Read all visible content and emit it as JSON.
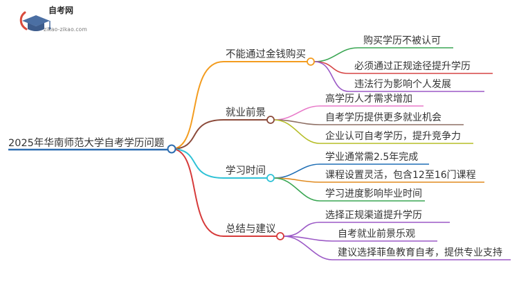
{
  "logo": {
    "title": "自考网",
    "url": "zikao-zikao.com",
    "icon": "graduation-cap-icon",
    "colors": {
      "cap": "#4b6fa3",
      "swoosh": "#d94b3c"
    }
  },
  "root": {
    "label": "2025年华南师范大学自考学历问题",
    "color": "#2b6cb0"
  },
  "branches": [
    {
      "label": "不能通过金钱购买",
      "color": "#f39c1f",
      "children": [
        {
          "label": "购买学历不被认可",
          "color": "#3aa653"
        },
        {
          "label": "必须通过正规途径提升学历",
          "color": "#d64545"
        },
        {
          "label": "违法行为影响个人发展",
          "color": "#9b59c6"
        }
      ]
    },
    {
      "label": "就业前景",
      "color": "#8b4a3a",
      "children": [
        {
          "label": "高学历人才需求增加",
          "color": "#e879c9"
        },
        {
          "label": "自考学历提供更多就业机会",
          "color": "#8d6e63"
        },
        {
          "label": "企业认可自考学历，提升竞争力",
          "color": "#b5bd26"
        }
      ]
    },
    {
      "label": "学习时间",
      "color": "#2fc2d6",
      "children": [
        {
          "label": "学业通常需2.5年完成",
          "color": "#1f6fb5"
        },
        {
          "label": "课程设置灵活，包含12至16门课程",
          "color": "#e08a1f"
        },
        {
          "label": "学习进度影响毕业时间",
          "color": "#3aa653"
        }
      ]
    },
    {
      "label": "总结与建议",
      "color": "#d63a3a",
      "children": [
        {
          "label": "选择正规渠道提升学历",
          "color": "#9b59c6"
        },
        {
          "label": "自考就业前景乐观",
          "color": "#9b59c6"
        },
        {
          "label": "建议选择菲鱼教育自考，提供专业支持",
          "color": "#9b59c6"
        }
      ]
    }
  ]
}
